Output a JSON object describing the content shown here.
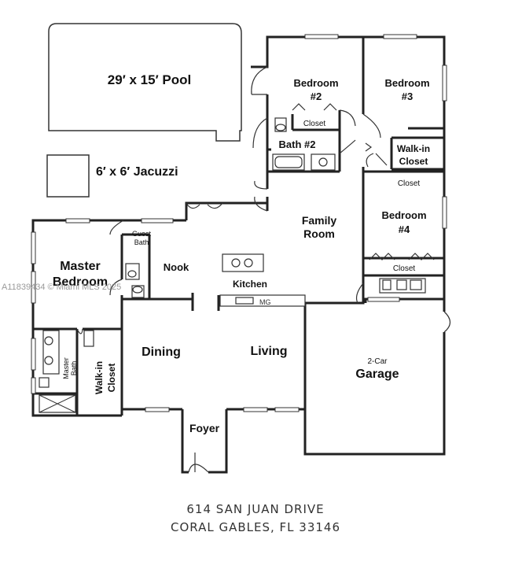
{
  "labels": {
    "pool": "29′ x 15′ Pool",
    "jacuzzi": "6′ x 6′ Jacuzzi",
    "bedroom2_a": "Bedroom",
    "bedroom2_b": "#2",
    "bedroom3_a": "Bedroom",
    "bedroom3_b": "#3",
    "closet_b2": "Closet",
    "bath2": "Bath #2",
    "walkin_a": "Walk-in",
    "walkin_b": "Closet",
    "closet_hall": "Closet",
    "family_a": "Family",
    "family_b": "Room",
    "bedroom4_a": "Bedroom",
    "bedroom4_b": "#4",
    "closet_b4": "Closet",
    "guest_bath_a": "Guest",
    "guest_bath_b": "Bath",
    "master_a": "Master",
    "master_b": "Bedroom",
    "nook": "Nook",
    "kitchen": "Kitchen",
    "dining": "Dining",
    "living": "Living",
    "garage_a": "2-Car",
    "garage_b": "Garage",
    "master_bath_a": "Master",
    "master_bath_b": "Bath",
    "master_walkin_a": "Walk-in",
    "master_walkin_b": "Closet",
    "foyer": "Foyer"
  },
  "address": {
    "line1": "614 SAN JUAN DRIVE",
    "line2": "CORAL GABLES, FL 33146"
  },
  "watermark": "A11839434 © Miami MLS 2025"
}
